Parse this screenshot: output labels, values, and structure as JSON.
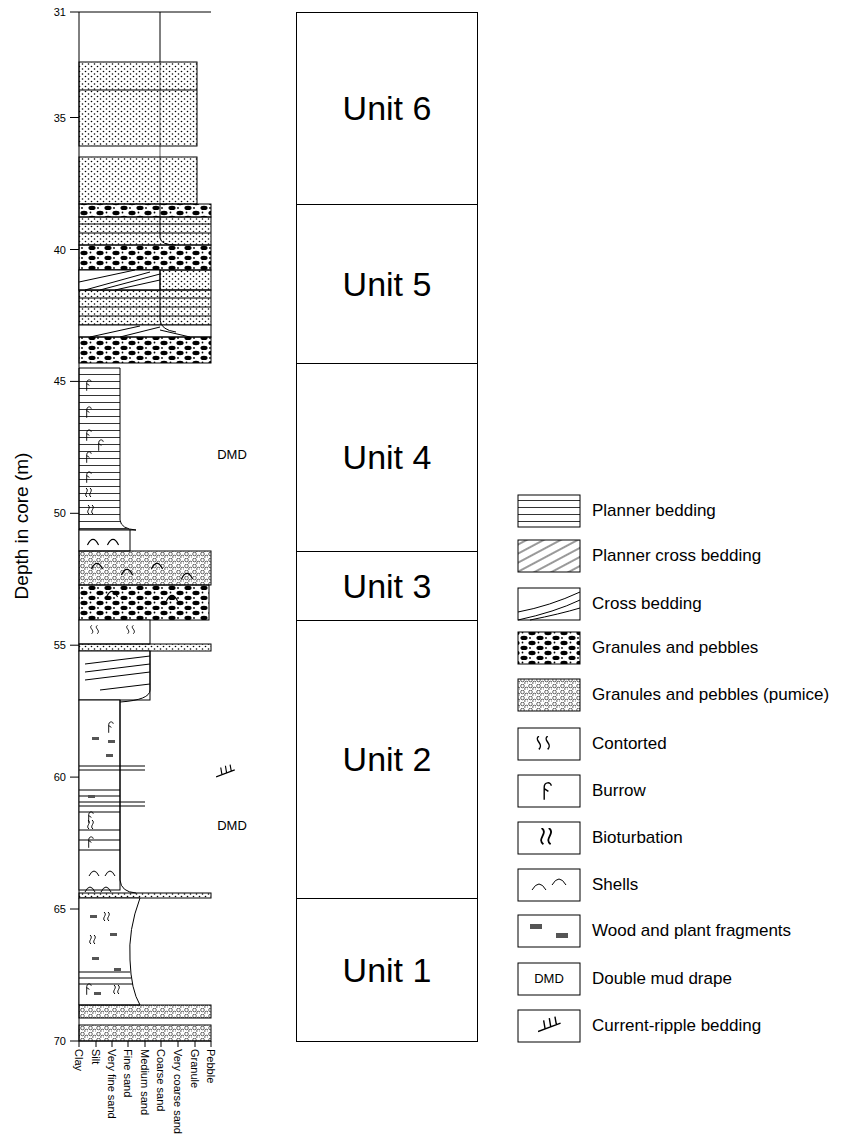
{
  "diagram": {
    "nodes": [
      {
        "text": [
          "Unit 6"
        ]
      },
      {
        "text": [
          "Unit 5"
        ]
      },
      {
        "text": [
          "Unit 4"
        ]
      },
      {
        "text": [
          "Unit 3"
        ]
      },
      {
        "text": [
          "Unit 2"
        ]
      },
      {
        "text": [
          "Unit 1"
        ]
      }
    ],
    "labels": [
      "31",
      "35",
      "40",
      "45",
      "50",
      "55",
      "60",
      "65",
      "70",
      "Depth in core (m)",
      "Clay",
      "Silt",
      "Very fine sand",
      "Fine sand",
      "Medium sand",
      "Coarse sand",
      "Very coarse sand",
      "Granule",
      "Pebble",
      "DMD",
      "DMD",
      "DMD"
    ],
    "legend": [
      {
        "text": "Planner bedding"
      },
      {
        "text": "Planner cross bedding"
      },
      {
        "text": "Cross bedding"
      },
      {
        "text": "Granules and pebbles"
      },
      {
        "text": "Granules and pebbles (pumice)"
      },
      {
        "text": "Contorted"
      },
      {
        "text": "Burrow"
      },
      {
        "text": "Bioturbation"
      },
      {
        "text": "Shells"
      },
      {
        "text": "Wood and plant fragments"
      },
      {
        "text": "Double mud drape"
      },
      {
        "text": "Current-ripple bedding"
      }
    ]
  }
}
